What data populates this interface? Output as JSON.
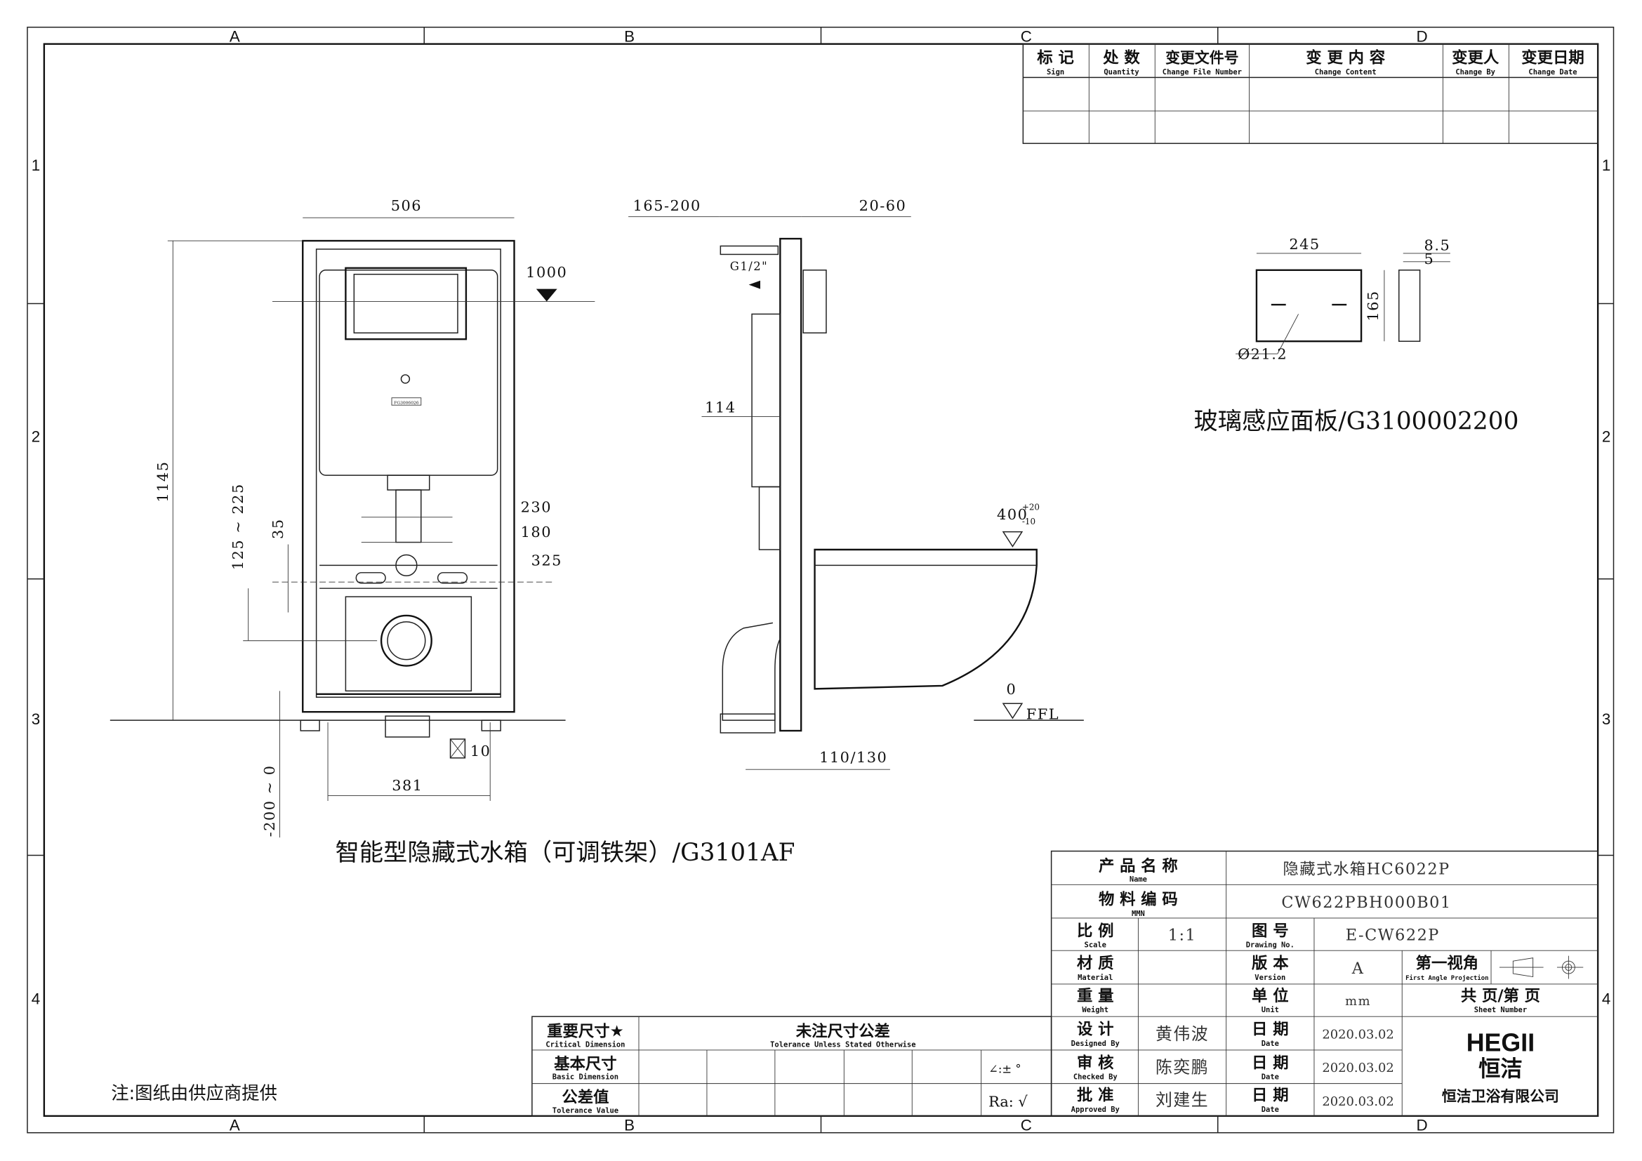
{
  "zones": {
    "columns": [
      "A",
      "B",
      "C",
      "D"
    ],
    "rows": [
      "1",
      "2",
      "3",
      "4"
    ]
  },
  "revision_table": {
    "headers": [
      {
        "cn": "标 记",
        "en": "Sign"
      },
      {
        "cn": "处 数",
        "en": "Quantity"
      },
      {
        "cn": "变更文件号",
        "en": "Change File Number"
      },
      {
        "cn": "变 更 内 容",
        "en": "Change Content"
      },
      {
        "cn": "变更人",
        "en": "Change By"
      },
      {
        "cn": "变更日期",
        "en": "Change Date"
      }
    ]
  },
  "front_view": {
    "title": "智能型隐藏式水箱（可调铁架）/G3101AF",
    "dims": {
      "width": "506",
      "height": "1145",
      "button_height": "1000",
      "d230": "230",
      "d180": "180",
      "d325": "325",
      "d35": "35",
      "d125_225": "125 ~ 225",
      "d381": "381",
      "d10": "10",
      "d200_0": "-200 ~ 0"
    },
    "label_plate": "FG3006026"
  },
  "side_view": {
    "dims": {
      "d165_200": "165-200",
      "d20_60": "20-60",
      "g12": "G1/2\"",
      "d114": "114",
      "d110_130": "110/130",
      "seat_height": "400",
      "seat_tol_plus": "+20",
      "seat_tol_minus": "-10",
      "zero": "0",
      "ffl": "FFL"
    }
  },
  "panel": {
    "title": "玻璃感应面板/G3100002200",
    "dims": {
      "width": "245",
      "height": "165",
      "t85": "8.5",
      "t5": "5",
      "dia": "Ø21.2"
    }
  },
  "note": "注:图纸由供应商提供",
  "tolerance_table": {
    "critical": {
      "cn": "重要尺寸★",
      "en": "Critical Dimension"
    },
    "unstated": {
      "cn": "未注尺寸公差",
      "en": "Tolerance Unless Stated Otherwise"
    },
    "basic": {
      "cn": "基本尺寸",
      "en": "Basic Dimension"
    },
    "tolerance": {
      "cn": "公差值",
      "en": "Tolerance Value"
    },
    "angle": "∠:±  °",
    "roughness": "Ra: √"
  },
  "title_block": {
    "name": {
      "cn": "产 品 名 称",
      "en": "Name",
      "value": "隐藏式水箱HC6022P"
    },
    "mmn": {
      "cn": "物 料 编 码",
      "en": "MMN",
      "value": "CW622PBH000B01"
    },
    "scale": {
      "cn": "比 例",
      "en": "Scale",
      "value": "1:1"
    },
    "drawing_no": {
      "cn": "图 号",
      "en": "Drawing No.",
      "value": "E-CW622P"
    },
    "material": {
      "cn": "材 质",
      "en": "Material",
      "value": ""
    },
    "version": {
      "cn": "版 本",
      "en": "Version",
      "value": "A"
    },
    "projection": {
      "cn": "第一视角",
      "en": "First Angle Projection"
    },
    "weight": {
      "cn": "重 量",
      "en": "Weight",
      "value": ""
    },
    "unit": {
      "cn": "单 位",
      "en": "Unit",
      "value": "mm"
    },
    "sheet": {
      "cn": "共  页/第  页",
      "en": "Sheet Number"
    },
    "designed": {
      "cn": "设 计",
      "en": "Designed By",
      "value": "黄伟波",
      "date_cn": "日 期",
      "date_en": "Date",
      "date": "2020.03.02"
    },
    "checked": {
      "cn": "审 核",
      "en": "Checked By",
      "value": "陈奕鹏",
      "date_cn": "日 期",
      "date_en": "Date",
      "date": "2020.03.02"
    },
    "approved": {
      "cn": "批 准",
      "en": "Approved By",
      "value": "刘建生",
      "date_cn": "日 期",
      "date_en": "Date",
      "date": "2020.03.02"
    },
    "logo": {
      "brand": "HEGII",
      "brand_cn": "恒洁",
      "company": "恒洁卫浴有限公司"
    }
  }
}
